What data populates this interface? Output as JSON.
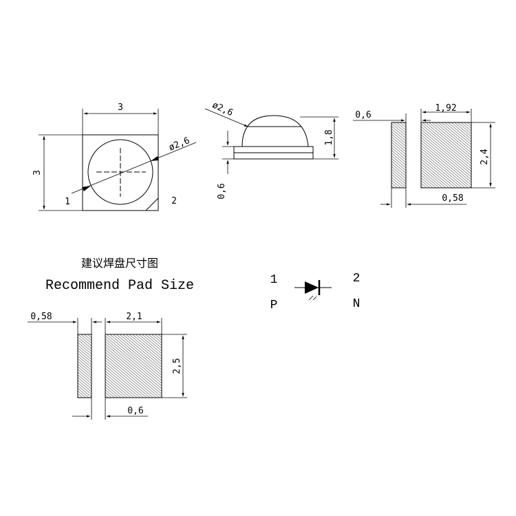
{
  "top_view": {
    "width_label": "3",
    "height_label": "3",
    "diameter_label": "ø2,6",
    "pin1_label": "1",
    "pin2_label": "2"
  },
  "side_view": {
    "diameter_label": "ø2,6",
    "height_label": "1,8",
    "base_label": "0,6"
  },
  "pad_view": {
    "gap_label": "0,6",
    "pad_width_label": "1,92",
    "pad_height_label": "2,4",
    "small_pad_label": "0,58"
  },
  "recommend": {
    "title_cn": "建议焊盘尺寸图",
    "title_en": "Recommend Pad Size",
    "small_pad_label": "0,58",
    "pad_width_label": "2,1",
    "pad_height_label": "2,5",
    "gap_label": "0,6"
  },
  "diode": {
    "pin1_num": "1",
    "pin2_num": "2",
    "pin1_pol": "P",
    "pin2_pol": "N"
  }
}
